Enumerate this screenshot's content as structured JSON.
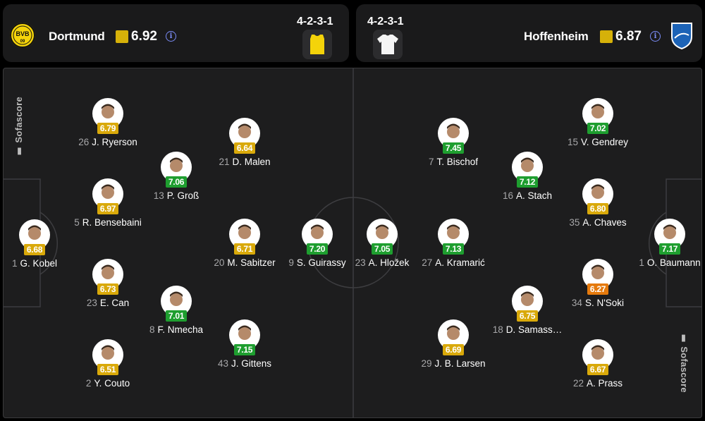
{
  "home": {
    "name": "Dortmund",
    "rating": "6.92",
    "rating_color": "#d6b109",
    "formation": "4-2-3-1",
    "logo_text": "BVB",
    "logo_sub": "09",
    "shirt_color": "#f4d30a"
  },
  "away": {
    "name": "Hoffenheim",
    "rating": "6.87",
    "rating_color": "#d6b109",
    "formation": "4-2-3-1",
    "shirt_color": "#f5f5f5"
  },
  "brand": "Sofascore",
  "rating_colors": {
    "green": "#1e9e2f",
    "yellow": "#d9a90a",
    "orange": "#e57a0d"
  },
  "players": [
    {
      "num": "1",
      "name": "G. Kobel",
      "rating": "6.68",
      "color": "yellow",
      "side": "home"
    },
    {
      "num": "26",
      "name": "J. Ryerson",
      "rating": "6.79",
      "color": "yellow",
      "side": "home"
    },
    {
      "num": "5",
      "name": "R. Bensebaini",
      "rating": "6.97",
      "color": "yellow",
      "side": "home"
    },
    {
      "num": "23",
      "name": "E. Can",
      "rating": "6.73",
      "color": "yellow",
      "side": "home"
    },
    {
      "num": "2",
      "name": "Y. Couto",
      "rating": "6.51",
      "color": "yellow",
      "side": "home"
    },
    {
      "num": "13",
      "name": "P. Groß",
      "rating": "7.06",
      "color": "green",
      "side": "home"
    },
    {
      "num": "8",
      "name": "F. Nmecha",
      "rating": "7.01",
      "color": "green",
      "side": "home"
    },
    {
      "num": "21",
      "name": "D. Malen",
      "rating": "6.64",
      "color": "yellow",
      "side": "home"
    },
    {
      "num": "20",
      "name": "M. Sabitzer",
      "rating": "6.71",
      "color": "yellow",
      "side": "home"
    },
    {
      "num": "43",
      "name": "J. Gittens",
      "rating": "7.15",
      "color": "green",
      "side": "home"
    },
    {
      "num": "9",
      "name": "S. Guirassy",
      "rating": "7.20",
      "color": "green",
      "side": "home"
    },
    {
      "num": "23",
      "name": "A. Hložek",
      "rating": "7.05",
      "color": "green",
      "side": "away"
    },
    {
      "num": "7",
      "name": "T. Bischof",
      "rating": "7.45",
      "color": "green",
      "side": "away"
    },
    {
      "num": "27",
      "name": "A. Kramarić",
      "rating": "7.13",
      "color": "green",
      "side": "away"
    },
    {
      "num": "29",
      "name": "J. B. Larsen",
      "rating": "6.69",
      "color": "yellow",
      "side": "away"
    },
    {
      "num": "16",
      "name": "A. Stach",
      "rating": "7.12",
      "color": "green",
      "side": "away"
    },
    {
      "num": "18",
      "name": "D. Samass…",
      "rating": "6.75",
      "color": "yellow",
      "side": "away"
    },
    {
      "num": "15",
      "name": "V. Gendrey",
      "rating": "7.02",
      "color": "green",
      "side": "away"
    },
    {
      "num": "35",
      "name": "A. Chaves",
      "rating": "6.80",
      "color": "yellow",
      "side": "away"
    },
    {
      "num": "34",
      "name": "S. N'Soki",
      "rating": "6.27",
      "color": "orange",
      "side": "away"
    },
    {
      "num": "22",
      "name": "A. Prass",
      "rating": "6.67",
      "color": "yellow",
      "side": "away"
    },
    {
      "num": "1",
      "name": "O. Baumann",
      "rating": "7.17",
      "color": "green",
      "side": "away"
    }
  ]
}
